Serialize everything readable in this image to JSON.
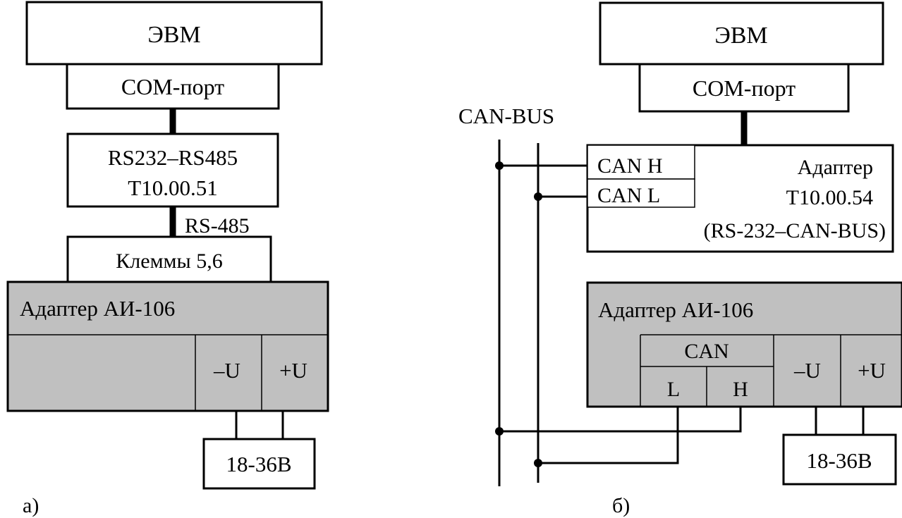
{
  "colors": {
    "line": "#000000",
    "box_fill": "#ffffff",
    "device_fill": "#c0c0c0"
  },
  "panel_a": {
    "evm": "ЭВМ",
    "com_port": "COM-порт",
    "converter_line1": "RS232–RS485",
    "converter_line2": "Т10.00.51",
    "rs485_label": "RS-485",
    "terminals": "Клеммы 5,6",
    "device_title": "Адаптер АИ-106",
    "minus_u": "–U",
    "plus_u": "+U",
    "power": "18-36В",
    "caption": "а)"
  },
  "panel_b": {
    "bus_label": "CAN-BUS",
    "evm": "ЭВМ",
    "com_port": "COM-порт",
    "can_h": "CAN H",
    "can_l": "CAN L",
    "adapter_line1": "Адаптер",
    "adapter_line2": "Т10.00.54",
    "adapter_line3": "(RS-232–CAN-BUS)",
    "device_title": "Адаптер АИ-106",
    "can_header": "CAN",
    "can_l_short": "L",
    "can_h_short": "H",
    "minus_u": "–U",
    "plus_u": "+U",
    "power": "18-36В",
    "caption": "б)"
  }
}
